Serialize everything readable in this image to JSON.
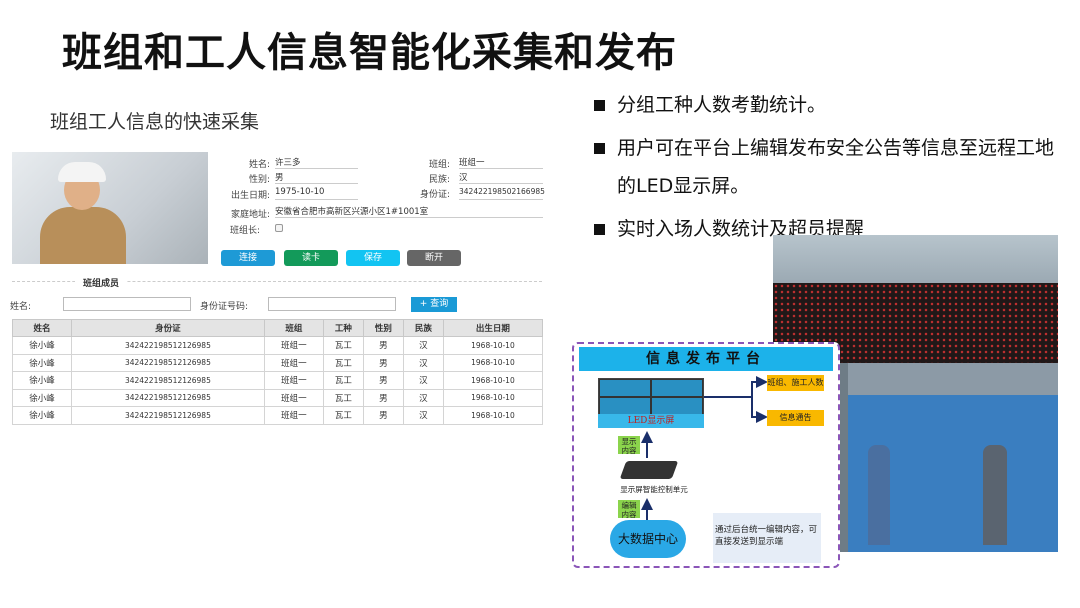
{
  "title": "班组和工人信息智能化采集和发布",
  "subtitle": "班组工人信息的快速采集",
  "bullets": [
    "分组工种人数考勤统计。",
    "用户可在平台上编辑发布安全公告等信息至远程工地的LED显示屏。",
    "实时入场人数统计及超员提醒"
  ],
  "form": {
    "name_label": "姓名:",
    "name": "许三多",
    "gender_label": "性别:",
    "gender": "男",
    "birth_label": "出生日期:",
    "birth": "1975-10-10",
    "address_label": "家庭地址:",
    "address": "安徽省合肥市高新区兴源小区1#1001室",
    "leader_label": "班组长:",
    "group_label": "班组:",
    "group": "班组一",
    "ethnic_label": "民族:",
    "ethnic": "汉",
    "id_label": "身份证:",
    "id": "342422198502166985",
    "buttons": {
      "connect": "连接",
      "read": "读卡",
      "save": "保存",
      "disconnect": "断开"
    },
    "colors": {
      "connect": "#1e9ad6",
      "read": "#139a5a",
      "save": "#12c4f2",
      "disconnect": "#666666"
    }
  },
  "members": {
    "section": "班组成员",
    "search_name_label": "姓名:",
    "search_name": "",
    "search_id_label": "身份证号码:",
    "search_id": "",
    "query": "+ 查询",
    "columns": [
      "姓名",
      "身份证",
      "班组",
      "工种",
      "性别",
      "民族",
      "出生日期"
    ],
    "rows": [
      [
        "徐小峰",
        "342422198512126985",
        "班组一",
        "瓦工",
        "男",
        "汉",
        "1968-10-10"
      ],
      [
        "徐小峰",
        "342422198512126985",
        "班组一",
        "瓦工",
        "男",
        "汉",
        "1968-10-10"
      ],
      [
        "徐小峰",
        "342422198512126985",
        "班组一",
        "瓦工",
        "男",
        "汉",
        "1968-10-10"
      ],
      [
        "徐小峰",
        "342422198512126985",
        "班组一",
        "瓦工",
        "男",
        "汉",
        "1968-10-10"
      ],
      [
        "徐小峰",
        "342422198512126985",
        "班组一",
        "瓦工",
        "男",
        "汉",
        "1968-10-10"
      ]
    ]
  },
  "diagram": {
    "title": "信息发布平台",
    "led": "LED显示屏",
    "out1": "班组、施工人数",
    "out2": "信息通告",
    "show": "显示内容",
    "edit": "编辑内容",
    "controller": "显示屏智能控制单元",
    "cloud": "大数据中心",
    "note": "通过后台统一编辑内容，可直接发送到显示端"
  }
}
